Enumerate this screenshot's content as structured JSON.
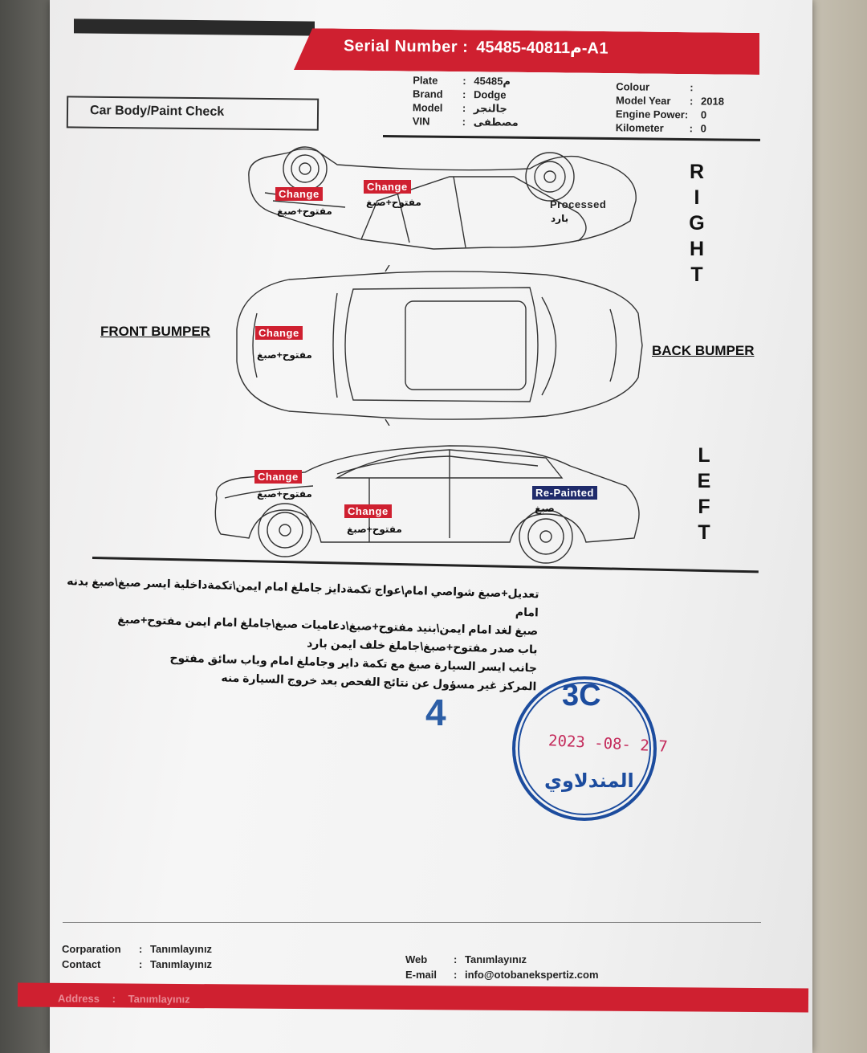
{
  "header": {
    "serial_label": "Serial Number :",
    "serial_value": "م40811-45485-A1",
    "title": "Car Body/Paint Check"
  },
  "vehicle": {
    "plate_label": "Plate",
    "plate": "م45485",
    "brand_label": "Brand",
    "brand": "Dodge",
    "model_label": "Model",
    "model": "جالنجر",
    "vin_label": "VIN",
    "vin": "مصطفى",
    "colour_label": "Colour",
    "colour": "",
    "model_year_label": "Model Year",
    "model_year": "2018",
    "engine_power_label": "Engine Power:",
    "engine_power": "0",
    "kilometer_label": "Kilometer",
    "kilometer": "0"
  },
  "side_labels": {
    "right": [
      "R",
      "I",
      "G",
      "H",
      "T"
    ],
    "left": [
      "L",
      "E",
      "F",
      "T"
    ],
    "front_bumper": "FRONT BUMPER",
    "back_bumper": "BACK BUMPER"
  },
  "marks": {
    "right_rear": {
      "status": "Change",
      "note": "مفتوح+صبغ"
    },
    "right_rear_door": {
      "status": "Change",
      "note": "مفتوح+صبغ"
    },
    "right_front": {
      "status": "Processed",
      "note": "بارد"
    },
    "hood": {
      "status": "Change",
      "note": "مفتوح+صبغ"
    },
    "left_fender": {
      "status": "Change",
      "note": "مفتوح+صبغ"
    },
    "left_front_door": {
      "status": "Change",
      "note": "مفتوح+صبغ"
    },
    "left_rear": {
      "status": "Re-Painted",
      "note": "صبغ"
    }
  },
  "remarks": [
    "تعديل+صبغ شواصي امام\\عواج تكمةدايز جاملغ امام ايمن\\تكمةداخلية ايسر صبغ\\صبغ بدنه امام",
    "صبغ لغد امام ايمن\\بنيد مفتوح+صبغ\\دعاميات صبغ\\جاملغ امام ايمن مفتوح+صبغ",
    "باب صدر مفتوح+صبغ\\جاملغ خلف ايمن بارد",
    "جانب ايسر السيارة صبغ مع تكمة داير وجاملغ امام وباب سائق مفتوح",
    "المركز غير مسؤول عن نتائج الفحص بعد خروج السيارة منه"
  ],
  "stamp": {
    "number": "4",
    "code": "3C",
    "date": "2023 -08- 2 7",
    "name": "المندلاوي"
  },
  "footer": {
    "corporation_label": "Corparation",
    "corporation": "Tanımlayınız",
    "contact_label": "Contact",
    "contact": "Tanımlayınız",
    "web_label": "Web",
    "web": "Tanımlayınız",
    "email_label": "E-mail",
    "email": "info@otobanekspertiz.com",
    "address_label": "Address",
    "address": "Tanımlayınız"
  },
  "colors": {
    "brand_red": "#cf2030",
    "navy": "#1f2b6b",
    "stamp_blue": "#1c4c9e"
  }
}
